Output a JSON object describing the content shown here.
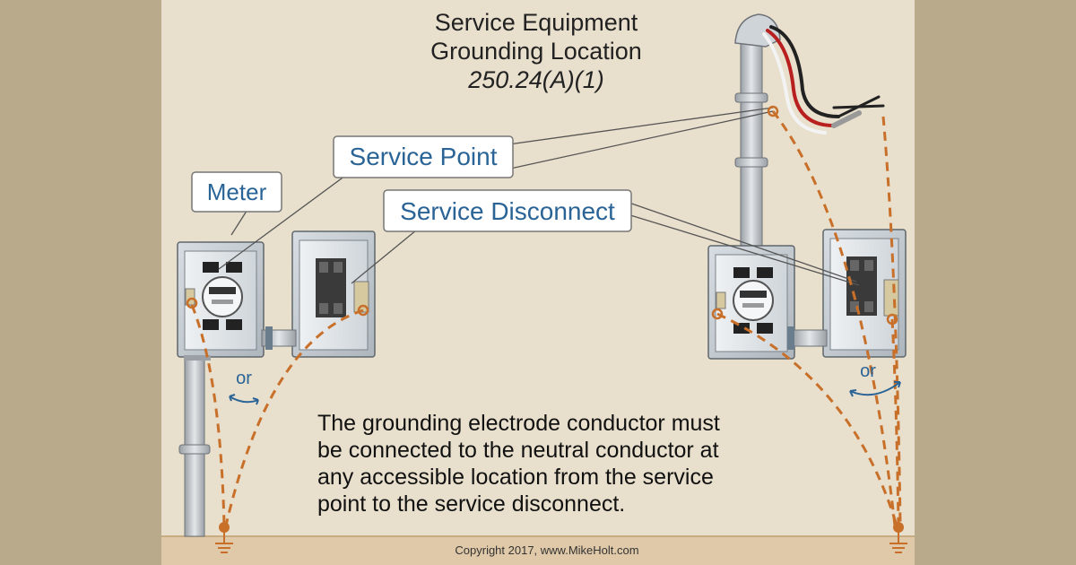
{
  "title": {
    "line1": "Service Equipment",
    "line2": "Grounding Location",
    "line3": "250.24(A)(1)"
  },
  "callouts": {
    "meter": "Meter",
    "service_point": "Service Point",
    "service_disconnect": "Service Disconnect"
  },
  "or_labels": {
    "left": "or",
    "right": "or"
  },
  "description": {
    "line1": "The grounding electrode conductor must",
    "line2": "be connected to the neutral conductor at",
    "line3": "any accessible location from the service",
    "line4": "point to the service disconnect."
  },
  "copyright": "Copyright 2017, www.MikeHolt.com",
  "colors": {
    "panel_bg": "#e8dfcc",
    "side_bars": "#b9aa8c",
    "ground": "#e0c9a8",
    "callout_text": "#2a6496",
    "dash": "#c8702a",
    "or_arrow": "#2a6496"
  }
}
